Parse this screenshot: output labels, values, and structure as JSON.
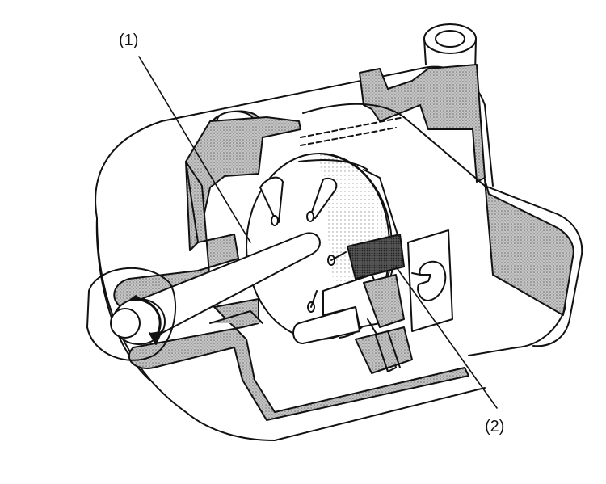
{
  "callouts": [
    {
      "id": "1",
      "text": "(1)"
    },
    {
      "id": "2",
      "text": "(2)"
    }
  ],
  "colors": {
    "ink": "#111111",
    "section_fill": "#b8b8b8",
    "section_dark": "#7a7a7a",
    "paper": "#ffffff"
  }
}
